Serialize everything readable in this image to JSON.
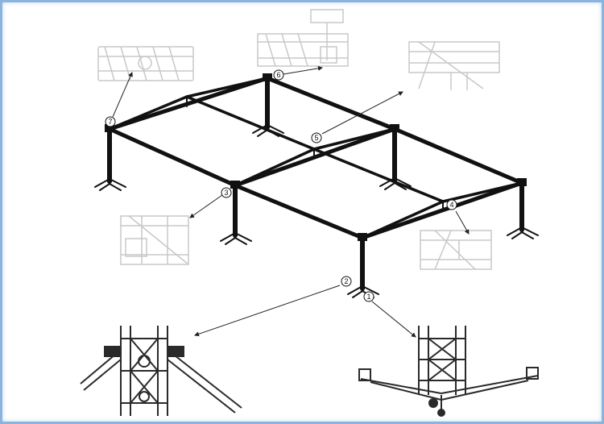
{
  "callouts": [
    {
      "id": "1",
      "label": "1"
    },
    {
      "id": "2",
      "label": "2"
    },
    {
      "id": "3",
      "label": "3"
    },
    {
      "id": "4",
      "label": "4"
    },
    {
      "id": "5",
      "label": "5"
    },
    {
      "id": "6",
      "label": "6"
    },
    {
      "id": "7",
      "label": "7"
    }
  ],
  "colors": {
    "frame_border": "#8ab4de",
    "structure": "#111111",
    "detail_light": "#c8c8c8",
    "detail_dark": "#2a2a2a"
  }
}
